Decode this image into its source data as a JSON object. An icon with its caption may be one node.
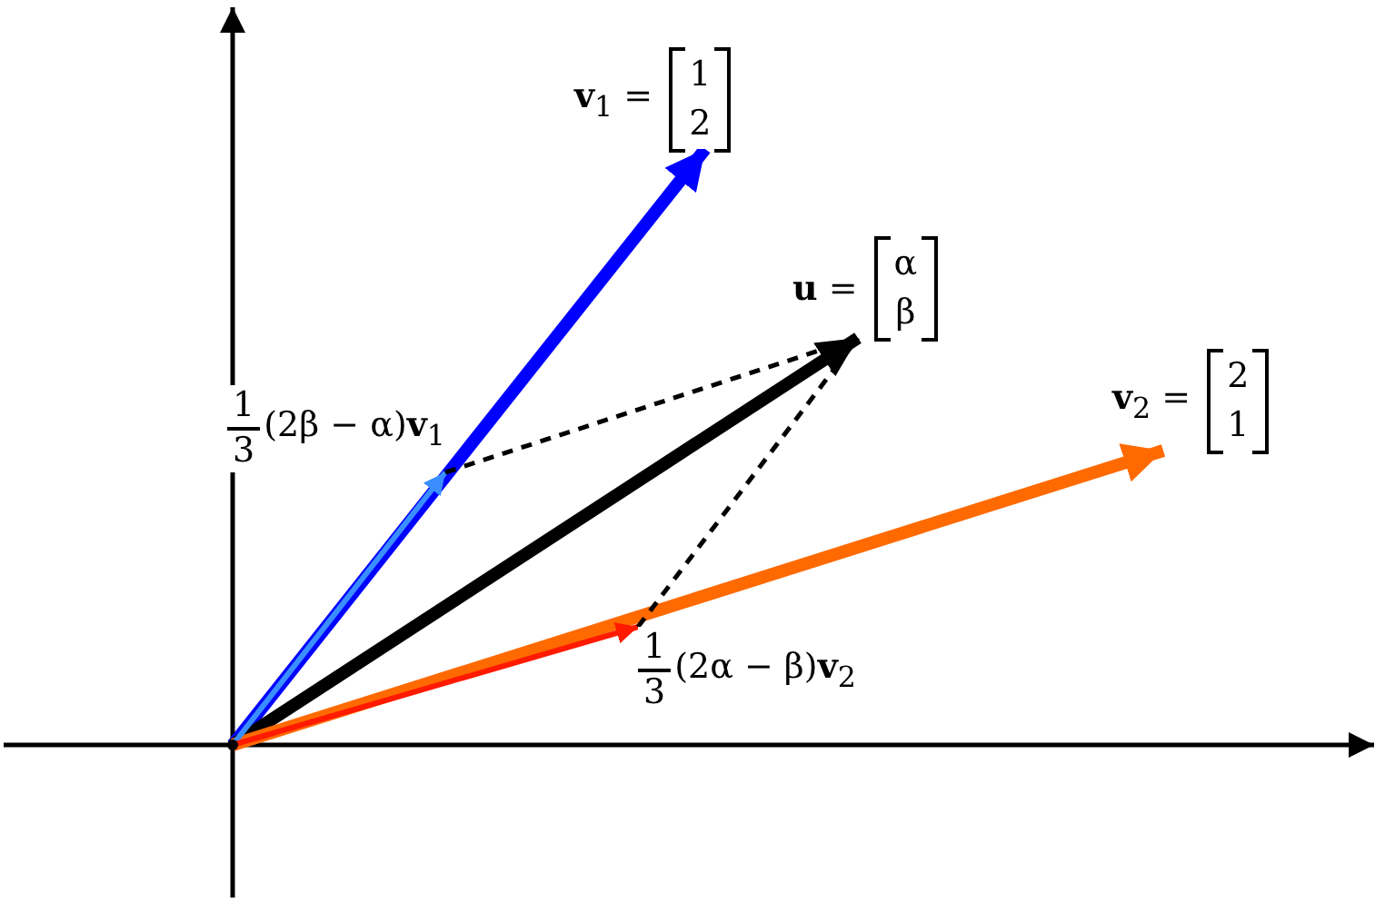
{
  "diagram": {
    "nodes": [
      {
        "text": [
          "**v**$_{1}$ =",
          "1",
          "2"
        ]
      },
      {
        "text": [
          "**u** =",
          "α",
          "β"
        ]
      },
      {
        "text": [
          "**v**$_{2}$ =",
          "2",
          "1"
        ]
      },
      {
        "text": [
          "1",
          "3",
          "(2β − α)**v**$_{1}$"
        ]
      },
      {
        "text": [
          "1",
          "3",
          "(2α − β)**v**$_{2}$"
        ]
      },
      {
        "text": [],
        "shape": "point"
      }
    ],
    "edges": [
      {
        "from": 5,
        "to": 0,
        "arrow": "to",
        "style": "thick",
        "color": "#0000ff"
      },
      {
        "from": 5,
        "to": 1,
        "arrow": "to",
        "style": "thick",
        "color": "#000000"
      },
      {
        "from": 5,
        "to": 2,
        "arrow": "to",
        "style": "thick",
        "color": "#ff6a00"
      },
      {
        "from": 5,
        "to": 3,
        "arrow": "to",
        "color": "#3a8eff"
      },
      {
        "from": 5,
        "to": 4,
        "arrow": "to",
        "color": "#ff1a00"
      },
      {
        "from": 3,
        "to": 1,
        "arrow": "none",
        "style": "dashed",
        "color": "#000000"
      },
      {
        "from": 4,
        "to": 1,
        "arrow": "none",
        "style": "dashed",
        "color": "#000000"
      }
    ]
  }
}
